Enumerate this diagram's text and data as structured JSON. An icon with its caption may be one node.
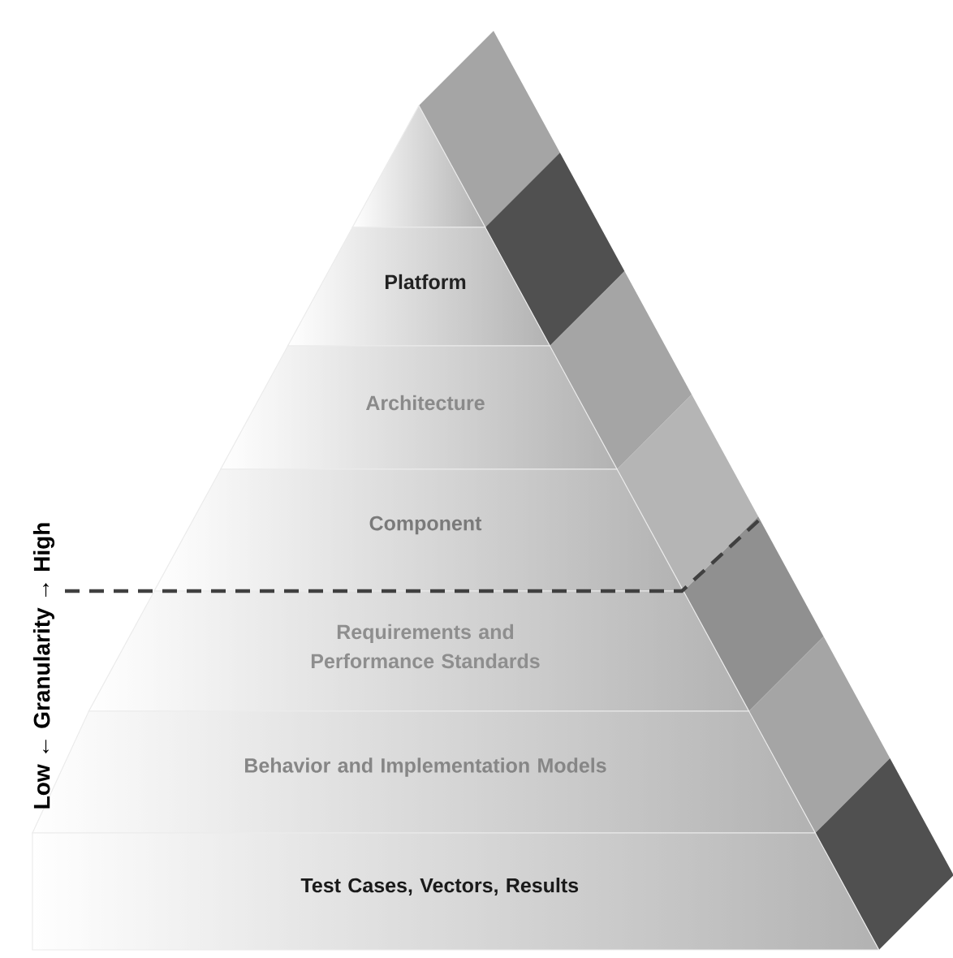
{
  "diagram": {
    "nodes": [
      {
        "text": [],
        "shape": "triangle"
      },
      {
        "text": [
          "Platform"
        ]
      },
      {
        "text": [
          "Architecture"
        ]
      },
      {
        "text": [
          "Component"
        ]
      },
      {
        "text": [
          "Requirements and Performance Standards"
        ]
      },
      {
        "text": [
          "Behavior and Implementation Models"
        ]
      },
      {
        "text": [
          "Test Cases, Vectors, Results"
        ]
      }
    ],
    "labels": [
      "Low ← Granularity → High"
    ]
  }
}
